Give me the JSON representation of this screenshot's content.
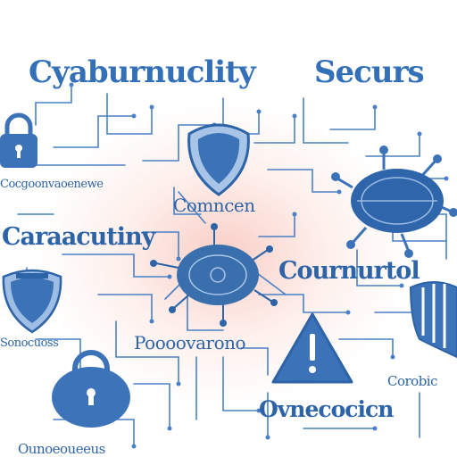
{
  "header": {
    "title_left": "Cyaburnuclity",
    "title_right": "Securs"
  },
  "labels": {
    "top_left_caption": "Cocgoonvaoenewe",
    "center_caption": "Comncen",
    "left_heading": "Caraacutiny",
    "right_heading": "Cournurtol",
    "bottom_left_caption": "Sonocuoss",
    "lower_center_caption": "Poooovarono",
    "right_small_caption": "Corobic",
    "bottom_heading": "Ovnecocicn",
    "footer_caption": "Ounoeoueeus"
  },
  "colors": {
    "primary": "#2d63a7",
    "icon_fill": "#3b72b8",
    "line": "#4a80c4",
    "glow": "#f8beb4"
  },
  "icons": [
    "padlock-icon",
    "shield-icon",
    "virus-icon",
    "shield-icon",
    "network-hub-icon",
    "warning-icon",
    "padlock-icon",
    "shield-icon"
  ]
}
